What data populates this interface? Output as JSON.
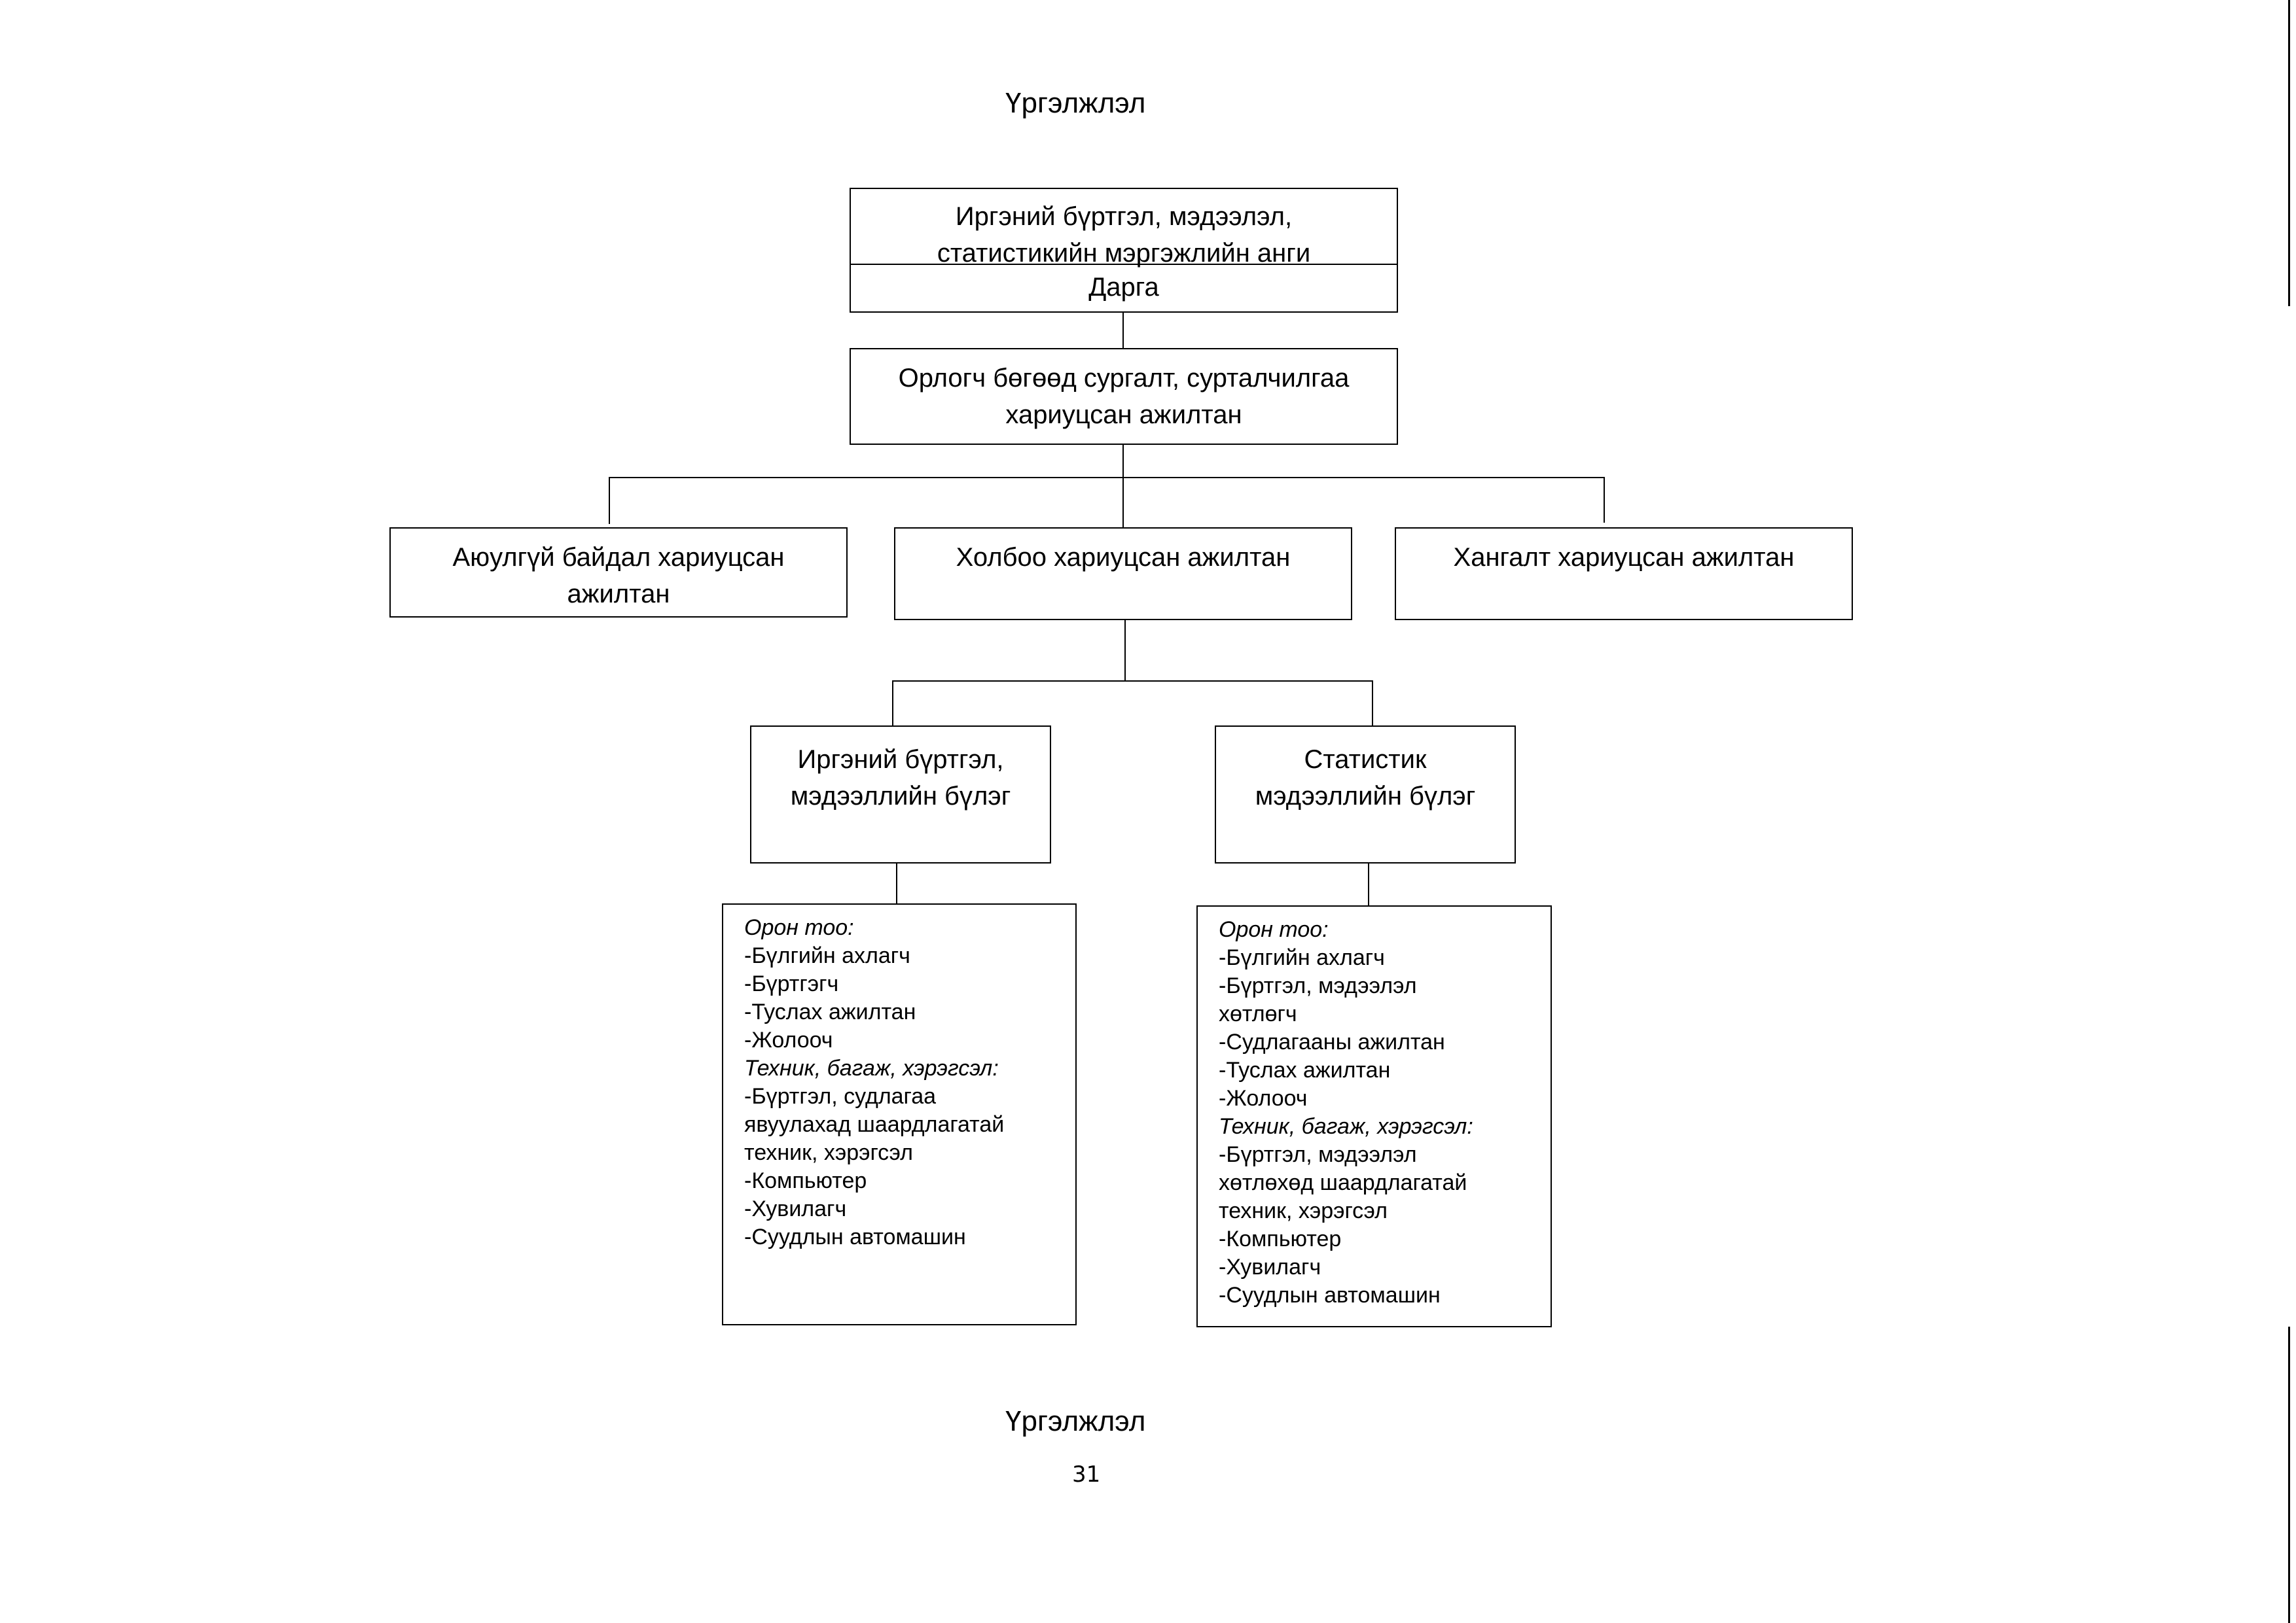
{
  "header": {
    "text": "Үргэлжлэл"
  },
  "footer": {
    "text": "Үргэлжлэл",
    "page_number": "31"
  },
  "chart": {
    "top": {
      "lines": [
        "Иргэний бүртгэл, мэдээлэл,",
        "статистикийн мэргэжлийн анги"
      ],
      "head": "Дарга"
    },
    "deputy": {
      "lines": [
        "Орлогч бөгөөд сургалт, сурталчилгаа",
        "хариуцсан ажилтан"
      ]
    },
    "security": {
      "lines": [
        "Аюулгүй байдал хариуцсан",
        "ажилтан"
      ]
    },
    "communication": {
      "lines": [
        "Холбоо хариуцсан ажилтан"
      ]
    },
    "supply": {
      "lines": [
        "Хангалт хариуцсан ажилтан"
      ]
    },
    "registration_unit": {
      "lines": [
        "Иргэний бүртгэл,",
        "мэдээллийн бүлэг"
      ]
    },
    "statistics_unit": {
      "lines": [
        "Статистик",
        "мэдээллийн бүлэг"
      ]
    },
    "registration_details": [
      {
        "text": "Орон тоо:",
        "italic": true
      },
      {
        "text": "-Бүлгийн ахлагч"
      },
      {
        "text": "-Бүртгэгч"
      },
      {
        "text": "-Туслах ажилтан"
      },
      {
        "text": "-Жолооч"
      },
      {
        "text": "Техник, багаж, хэрэгсэл:",
        "italic": true
      },
      {
        "text": "-Бүртгэл, судлагаа"
      },
      {
        "text": "явуулахад шаардлагатай"
      },
      {
        "text": "техник, хэрэгсэл"
      },
      {
        "text": "-Компьютер"
      },
      {
        "text": "-Хувилагч"
      },
      {
        "text": "-Суудлын автомашин"
      }
    ],
    "statistics_details": [
      {
        "text": "Орон тоо:",
        "italic": true
      },
      {
        "text": "-Бүлгийн ахлагч"
      },
      {
        "text": "-Бүртгэл, мэдээлэл"
      },
      {
        "text": "хөтлөгч"
      },
      {
        "text": "-Судлагааны ажилтан"
      },
      {
        "text": "-Туслах ажилтан"
      },
      {
        "text": "-Жолооч"
      },
      {
        "text": "Техник, багаж, хэрэгсэл:",
        "italic": true
      },
      {
        "text": "-Бүртгэл, мэдээлэл"
      },
      {
        "text": "хөтлөхөд шаардлагатай"
      },
      {
        "text": "техник, хэрэгсэл"
      },
      {
        "text": "-Компьютер"
      },
      {
        "text": "-Хувилагч"
      },
      {
        "text": "-Суудлын автомашин"
      }
    ]
  }
}
